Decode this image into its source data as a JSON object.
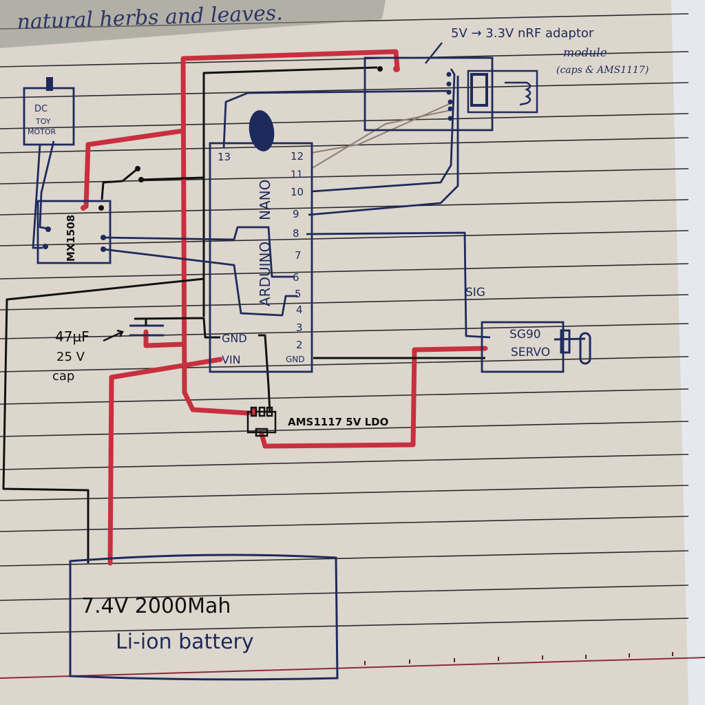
{
  "colors": {
    "paper": "#dcd6cd",
    "rule_line": "#2a2a2a",
    "margin_line": "#8a2b3a",
    "pencil_shade": "#8f8f86",
    "ink_blue": "#1e2a5c",
    "ink_black": "#111111",
    "wire_red": "#c8303e",
    "wire_gray": "#8b8070",
    "background_sheet": "#e6e8ee"
  },
  "heading": {
    "text": "natural herbs and leaves."
  },
  "components": {
    "motor": {
      "line1": "DC",
      "line2": "TOY",
      "line3": "MOTOR"
    },
    "driver": {
      "label": "MX1508"
    },
    "arduino": {
      "name_line1": "NANO",
      "name_line2": "ARDUINO",
      "pins_left": [
        "13",
        "GND",
        "VIN"
      ],
      "pins_right": [
        "12",
        "11",
        "10",
        "9",
        "8",
        "7",
        "6",
        "5",
        "4",
        "3",
        "2",
        "GND"
      ]
    },
    "nrf": {
      "label_line1": "5V → 3.3V nRF adaptor",
      "label_line2": "module",
      "label_line3": "(caps & AMS1117)"
    },
    "capacitor": {
      "line1": "47µF",
      "line2": "25 V",
      "line3": "cap"
    },
    "ldo": {
      "label": "AMS1117 5V LDO"
    },
    "servo": {
      "line1": "SG90",
      "line2": "SERVO",
      "signal_label": "SIG"
    },
    "battery": {
      "line1": "7.4V  2000Mah",
      "line2": "Li-ion battery"
    }
  }
}
